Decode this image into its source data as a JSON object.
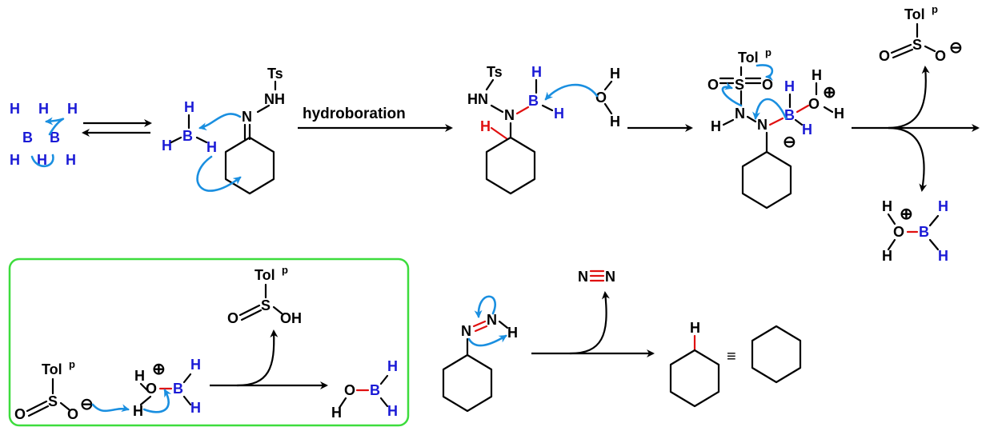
{
  "reagent_label": "hydroboration",
  "atoms": {
    "H": "H",
    "B": "B",
    "N": "N",
    "O": "O",
    "S": "S",
    "Ts": "Ts",
    "Tol": "Tol",
    "p": "p",
    "plus": "⊕",
    "minus": "⊖",
    "OH": "OH",
    "NH": "NH",
    "HN": "HN",
    "triple_eq": "≡"
  },
  "colors": {
    "bond": "#000000",
    "boron": "#1a1ad6",
    "red_bond": "#e01010",
    "electron_arrow": "#1a8fe0",
    "box_border": "#3ddc3d"
  }
}
